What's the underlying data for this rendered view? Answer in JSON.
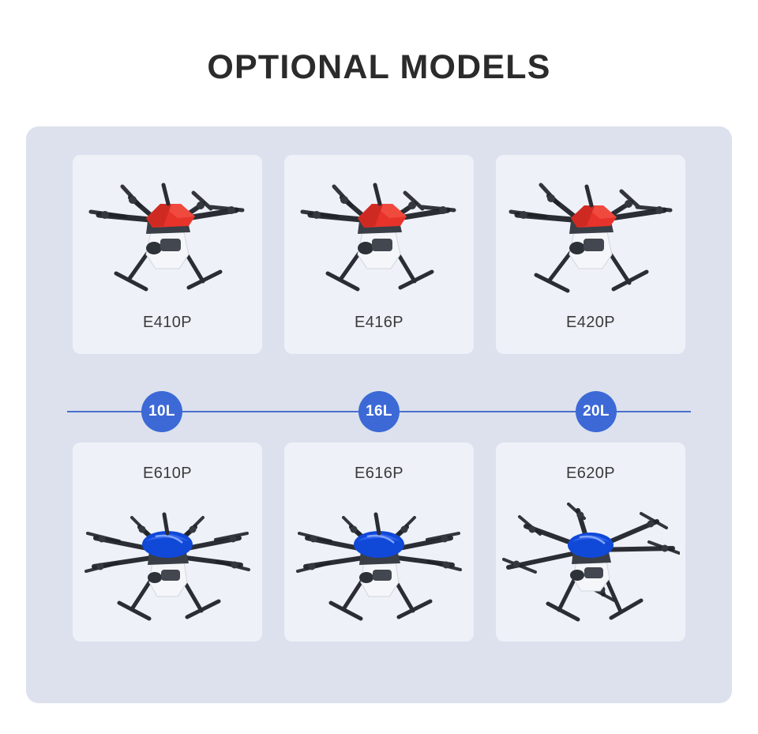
{
  "header": {
    "title": "OPTIONAL MODELS"
  },
  "colors": {
    "page_background": "#ffffff",
    "panel_background": "#dce1ed",
    "card_background": "#eef1f8",
    "badge_fill": "#3c69d6",
    "badge_text": "#ffffff",
    "connector_line": "#4a6fcc",
    "label_text": "#3a3a3a",
    "title_text": "#2b2b2b",
    "quad_canopy": "#e8332a",
    "hexa_canopy": "#1048d8",
    "body_white": "#f4f6fa",
    "arm_black": "#2a2d33"
  },
  "top_row": {
    "label_position": "below-image",
    "cards": [
      {
        "model": "E410P",
        "drone_type": "quadcopter",
        "canopy_color": "#e8332a",
        "arms": 4,
        "icon": "quadcopter-drone-icon"
      },
      {
        "model": "E416P",
        "drone_type": "quadcopter",
        "canopy_color": "#e8332a",
        "arms": 4,
        "icon": "quadcopter-drone-icon"
      },
      {
        "model": "E420P",
        "drone_type": "quadcopter",
        "canopy_color": "#e8332a",
        "arms": 4,
        "icon": "quadcopter-drone-icon"
      }
    ]
  },
  "capacity_row": {
    "badges": [
      {
        "label": "10L",
        "model": "E410P / E610P"
      },
      {
        "label": "16L",
        "model": "E416P / E616P"
      },
      {
        "label": "20L",
        "model": "E420P / E620P"
      }
    ]
  },
  "bottom_row": {
    "label_position": "above-image",
    "cards": [
      {
        "model": "E610P",
        "drone_type": "hexacopter",
        "canopy_color": "#1048d8",
        "arms": 6,
        "icon": "hexacopter-drone-icon"
      },
      {
        "model": "E616P",
        "drone_type": "hexacopter",
        "canopy_color": "#1048d8",
        "arms": 6,
        "icon": "hexacopter-drone-icon"
      },
      {
        "model": "E620P",
        "drone_type": "hexacopter",
        "canopy_color": "#1048d8",
        "arms": 6,
        "icon": "hexacopter-drone-icon"
      }
    ]
  }
}
